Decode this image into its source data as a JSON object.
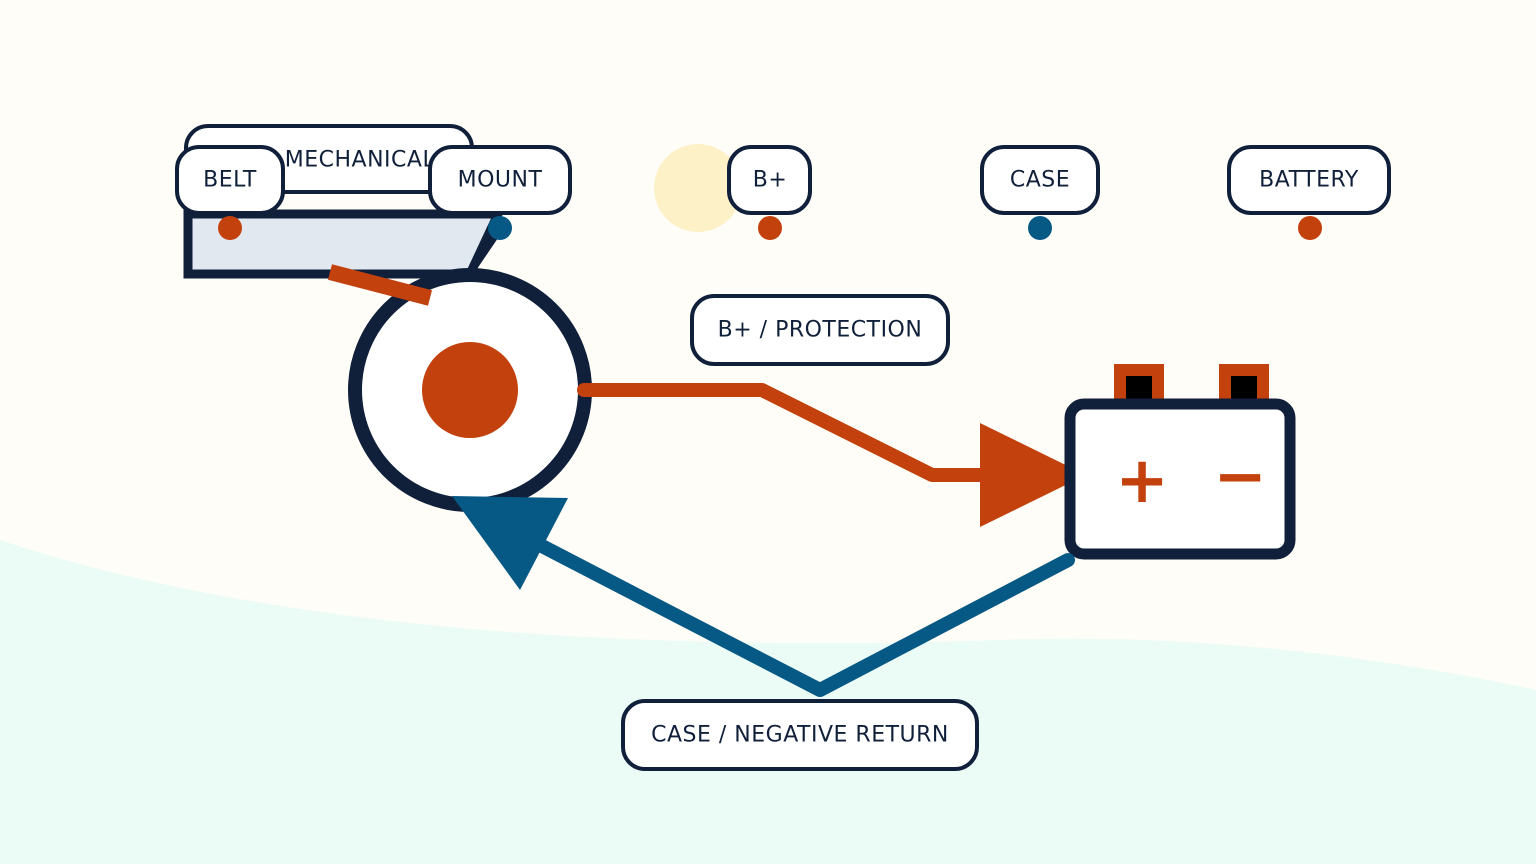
{
  "colors": {
    "background": "#fffdf7",
    "ground": "#ebfcf6",
    "ink": "#10203a",
    "positive": "#c2410c",
    "negative": "#075985",
    "highlight": "#fdf1c7",
    "bracket_fill": "#e2e8f0"
  },
  "labels": {
    "mechanical": "MECHANICAL",
    "belt": "BELT",
    "mount": "MOUNT",
    "b_plus": "B+",
    "case": "CASE",
    "battery": "BATTERY",
    "b_plus_protection": "B+ / PROTECTION",
    "case_negative_return": "CASE / NEGATIVE RETURN"
  },
  "battery": {
    "plus_symbol": "+",
    "minus_symbol": "−"
  },
  "icons": {
    "alternator": "alternator-icon",
    "battery": "battery-icon",
    "mounting_bracket": "mounting-bracket-icon"
  }
}
